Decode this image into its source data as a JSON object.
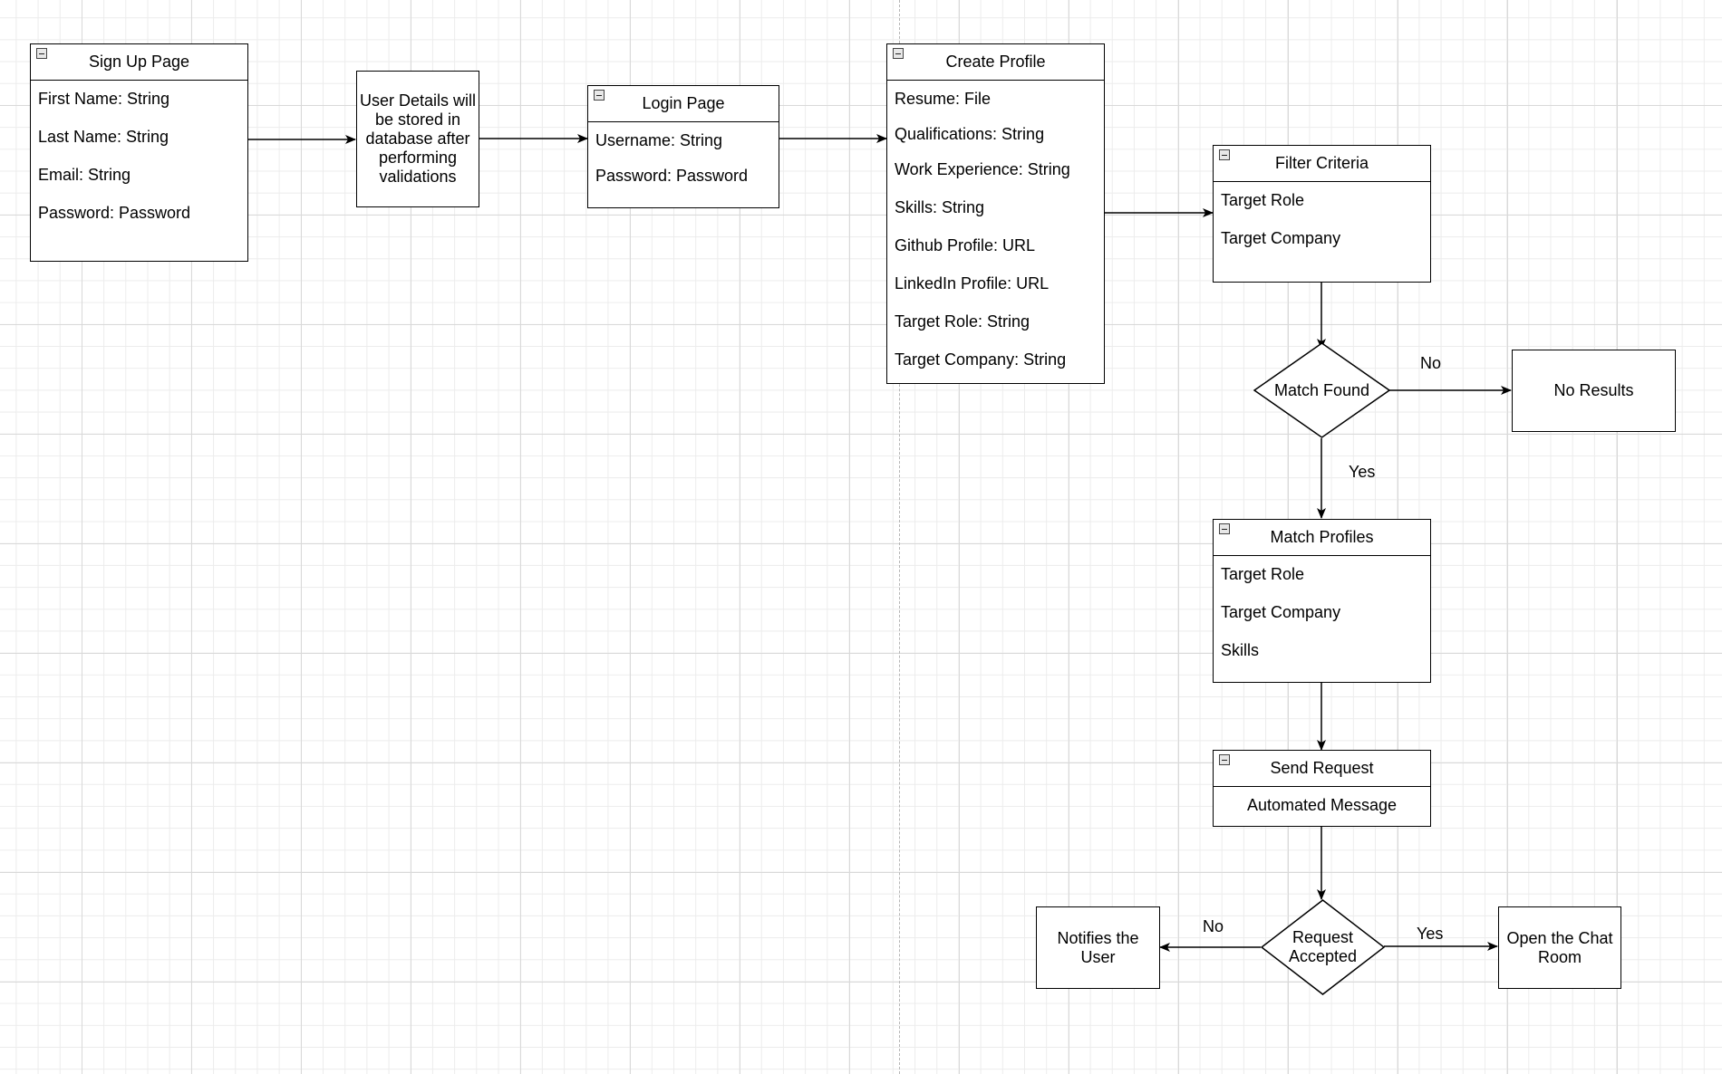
{
  "signup": {
    "title": "Sign Up Page",
    "fields": [
      "First Name: String",
      "Last Name: String",
      "Email: String",
      "Password: Password"
    ]
  },
  "store": {
    "lines": [
      "User Details will",
      "be stored in",
      "database after",
      "performing",
      "validations"
    ]
  },
  "login": {
    "title": "Login Page",
    "fields": [
      "Username: String",
      "Password: Password"
    ]
  },
  "create_profile": {
    "title": "Create Profile",
    "fields": [
      "Resume: File",
      "Qualifications: String",
      "Work Experience: String",
      "Skills: String",
      "Github Profile: URL",
      "LinkedIn Profile: URL",
      "Target Role: String",
      "Target Company: String"
    ]
  },
  "filter": {
    "title": "Filter Criteria",
    "fields": [
      "Target Role",
      "Target Company"
    ]
  },
  "match_found": {
    "text": "Match Found"
  },
  "no_results": {
    "text": "No Results"
  },
  "match_profiles": {
    "title": "Match Profiles",
    "fields": [
      "Target Role",
      "Target Company",
      "Skills"
    ]
  },
  "send_request": {
    "title": "Send Request",
    "fields": [
      "Automated Message"
    ]
  },
  "request_accepted": {
    "lines": [
      "Request",
      "Accepted"
    ]
  },
  "notify": {
    "lines": [
      "Notifies the",
      "User"
    ]
  },
  "chat": {
    "lines": [
      "Open the Chat",
      "Room"
    ]
  },
  "edge_labels": {
    "match_no": "No",
    "match_yes": "Yes",
    "request_no": "No",
    "request_yes": "Yes"
  }
}
